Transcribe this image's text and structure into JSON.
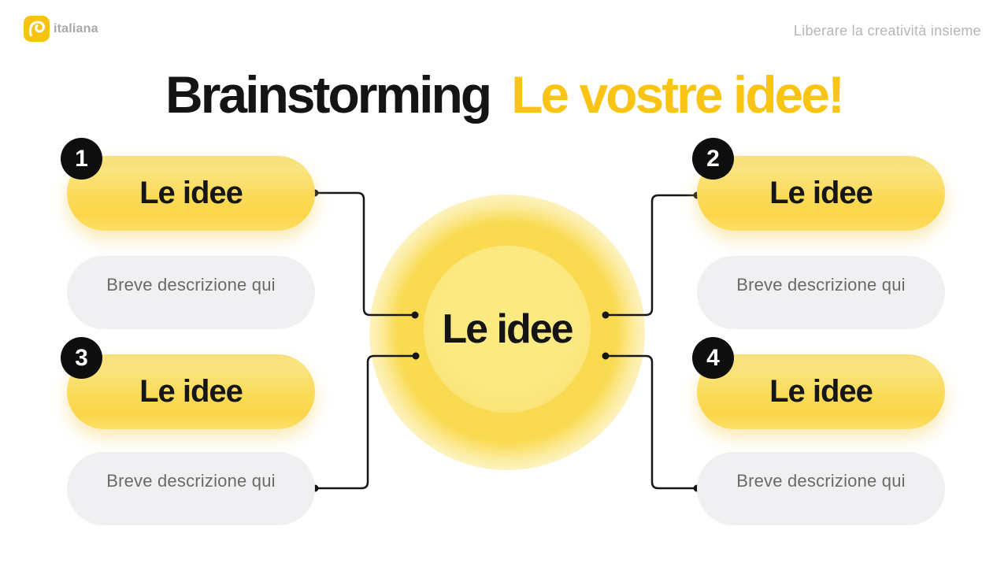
{
  "header": {
    "brand": "italiana",
    "tagline": "Liberare la creatività insieme",
    "logo_icon": "spiral-curl-icon"
  },
  "title": {
    "main": "Brainstorming",
    "accent": "Le vostre idee!"
  },
  "center_node": {
    "label": "Le idee"
  },
  "nodes": [
    {
      "number": "1",
      "label": "Le idee",
      "description": "Breve descrizione qui"
    },
    {
      "number": "2",
      "label": "Le idee",
      "description": "Breve descrizione qui"
    },
    {
      "number": "3",
      "label": "Le idee",
      "description": "Breve descrizione qui"
    },
    {
      "number": "4",
      "label": "Le idee",
      "description": "Breve descrizione qui"
    }
  ],
  "colors": {
    "accent_yellow": "#F9C414",
    "logo_yellow": "#F6C40F",
    "pill_yellow_top": "#F5E07C",
    "pill_yellow_bottom": "#FBD64A",
    "badge_black": "#0E0E0E",
    "desc_pill_gray": "#F0EFF2",
    "desc_text_gray": "#6A6A6A",
    "tagline_gray": "#B9B6B1",
    "center_fill": "#FBE87F",
    "connector_black": "#161616"
  }
}
